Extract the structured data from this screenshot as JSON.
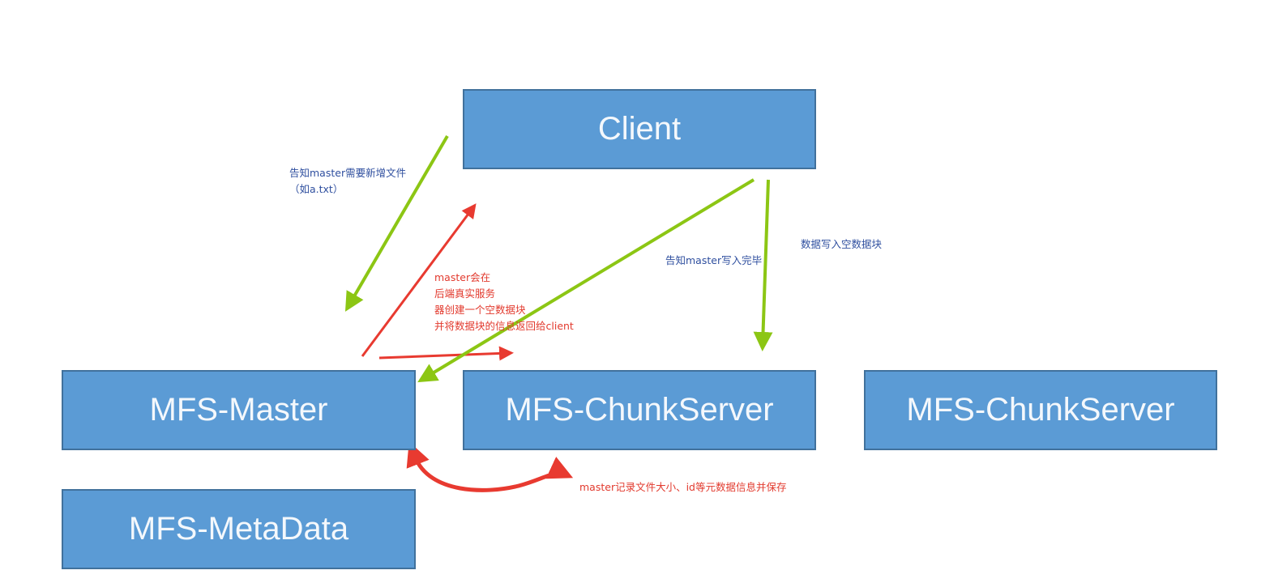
{
  "nodes": {
    "client": "Client",
    "master": "MFS-Master",
    "chunkserver1": "MFS-ChunkServer",
    "chunkserver2": "MFS-ChunkServer",
    "metadata": "MFS-MetaData"
  },
  "notes": {
    "tell_master_new_file": "告知master需要新增文件",
    "example_file": "（如a.txt）",
    "master_create_lines": [
      "master会在",
      "后端真实服务",
      "器创建一个空数据块",
      "并将数据块的信息返回给client"
    ],
    "tell_master_write_done": "告知master写入完毕",
    "write_data_to_block": "数据写入空数据块",
    "master_record_metadata": "master记录文件大小、id等元数据信息并保存"
  },
  "colors": {
    "box_fill": "#5b9bd5",
    "box_border": "#41719c",
    "green_arrow": "#8cc614",
    "red_arrow": "#e83a30",
    "blue_text": "#2f4f9f",
    "red_text": "#e23a2e"
  }
}
